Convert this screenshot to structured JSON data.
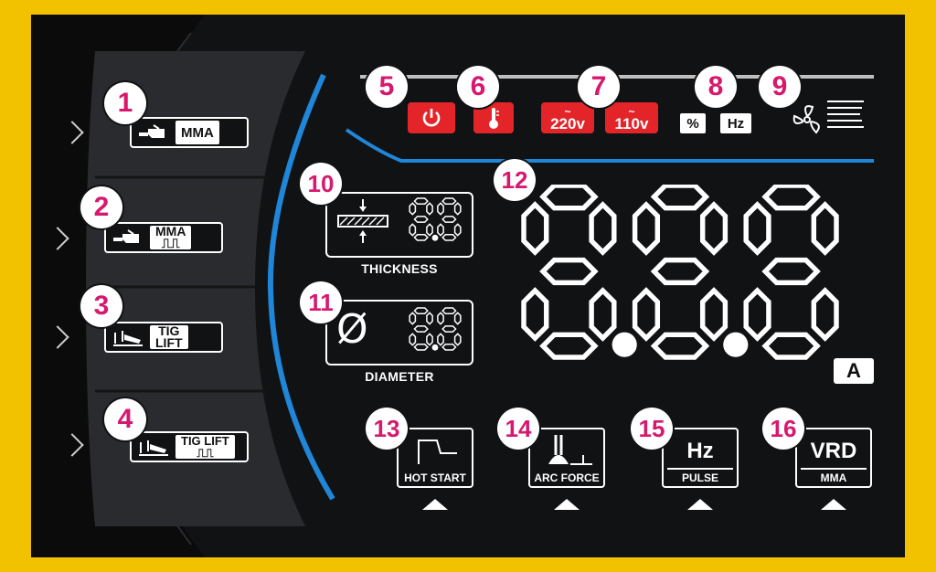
{
  "colors": {
    "accent_blue": "#1f86d8",
    "badge_magenta": "#d6186e",
    "warning_red": "#e3252a",
    "frame_yellow": "#f2c200"
  },
  "badges": [
    "1",
    "2",
    "3",
    "4",
    "5",
    "6",
    "7",
    "8",
    "9",
    "10",
    "11",
    "12",
    "13",
    "14",
    "15",
    "16"
  ],
  "modes": [
    {
      "icon": "electrode-holder-icon",
      "line1": "MMA",
      "line2": ""
    },
    {
      "icon": "electrode-holder-icon",
      "line1": "MMA",
      "line2": "⎍⎍"
    },
    {
      "icon": "tig-torch-icon",
      "line1": "TIG",
      "line2": "LIFT"
    },
    {
      "icon": "tig-torch-icon",
      "line1": "TIG LIFT",
      "line2": "⎍⎍"
    }
  ],
  "indicators": {
    "power_icon": "power-icon",
    "thermal_icon": "thermometer-icon",
    "voltage_220": "220v",
    "voltage_110": "110v",
    "percent": "%",
    "hz": "Hz",
    "fan_icon": "fan-icon"
  },
  "thickness": {
    "label": "THICKNESS",
    "value": "8.8"
  },
  "diameter": {
    "label": "DIAMETER",
    "value": "8.8",
    "symbol": "Ø"
  },
  "main_display": {
    "value": "8.8.8",
    "unit": "A"
  },
  "functions": [
    {
      "label": "HOT START",
      "icon": "hot-start-icon"
    },
    {
      "label": "ARC FORCE",
      "icon": "arc-force-icon"
    },
    {
      "label": "PULSE",
      "top": "Hz",
      "icon": "pulse-hz-icon"
    },
    {
      "label": "MMA",
      "top": "VRD",
      "icon": "vrd-icon"
    }
  ]
}
